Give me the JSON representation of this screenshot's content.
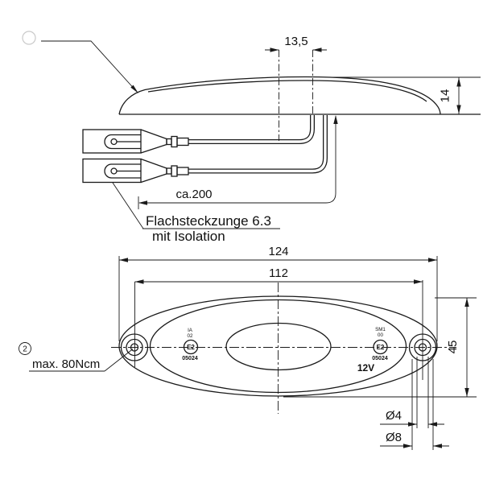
{
  "colors": {
    "background": "#ffffff",
    "line": "#1a1a1a"
  },
  "side_view": {
    "dim_cable_offset": "13,5",
    "dim_lamp_height": "14",
    "dim_cable_length": "ca.200",
    "connector_note_line1": "Flachsteckzunge 6.3",
    "connector_note_line2": "mit Isolation"
  },
  "plan_view": {
    "dim_overall_length": "124",
    "dim_hole_spacing": "112",
    "dim_overall_width": "45",
    "dim_hole_diameter": "Ø4",
    "dim_countersink_diameter": "Ø8",
    "torque_ref_number": "2",
    "torque_note": "max. 80Ncm",
    "voltage": "12V",
    "marking_left": {
      "category": "IA",
      "series": "02",
      "e_mark": "E2",
      "approval_number": "05024"
    },
    "marking_right": {
      "category": "SM1",
      "series": "00",
      "e_mark": "E2",
      "approval_number": "05024"
    }
  }
}
